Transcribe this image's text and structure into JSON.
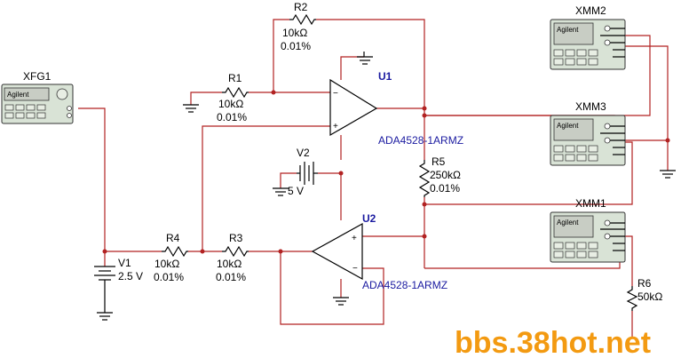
{
  "instruments": {
    "xfg1": {
      "label": "XFG1",
      "brand": "Agilent"
    },
    "xmm1": {
      "label": "XMM1",
      "brand": "Agilent"
    },
    "xmm2": {
      "label": "XMM2",
      "brand": "Agilent"
    },
    "xmm3": {
      "label": "XMM3",
      "brand": "Agilent"
    }
  },
  "components": {
    "r1": {
      "name": "R1",
      "value": "10kΩ",
      "tolerance": "0.01%"
    },
    "r2": {
      "name": "R2",
      "value": "10kΩ",
      "tolerance": "0.01%"
    },
    "r3": {
      "name": "R3",
      "value": "10kΩ",
      "tolerance": "0.01%"
    },
    "r4": {
      "name": "R4",
      "value": "10kΩ",
      "tolerance": "0.01%"
    },
    "r5": {
      "name": "R5",
      "value": "250kΩ",
      "tolerance": "0.01%"
    },
    "r6": {
      "name": "R6",
      "value": "50kΩ"
    },
    "v1": {
      "name": "V1",
      "value": "2.5 V"
    },
    "v2": {
      "name": "V2",
      "value": "5 V"
    },
    "u1": {
      "name": "U1",
      "part": "ADA4528-1ARMZ"
    },
    "u2": {
      "name": "U2",
      "part": "ADA4528-1ARMZ"
    }
  },
  "pins": {
    "minus": "−",
    "plus": "+"
  },
  "watermark": "bbs.38hot.net",
  "colors": {
    "wire": "#b22222",
    "part_label": "#1a1aa0",
    "watermark": "#f39a11",
    "instrument_body": "#d9e3d6"
  }
}
